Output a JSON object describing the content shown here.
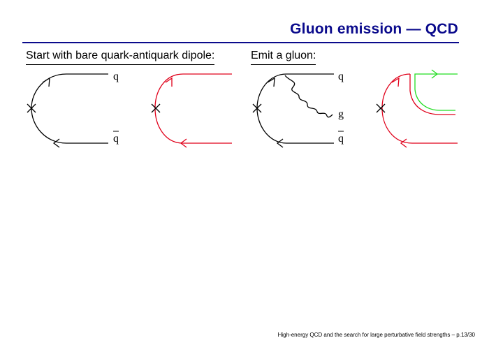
{
  "slide": {
    "title": "Gluon emission — QCD",
    "caption_left": "Start with bare quark-antiquark dipole:",
    "caption_right": "Emit a gluon:",
    "footer": "High-energy QCD and the search for large perturbative field strengths – p.13/30"
  },
  "diagram_labels": {
    "quark": "q",
    "antiquark": "q",
    "gluon": "g"
  },
  "colors": {
    "title": "#0a0a8c",
    "color_line": "#e0001a",
    "gluon_color_line": "#22dd22",
    "line": "#000000"
  }
}
